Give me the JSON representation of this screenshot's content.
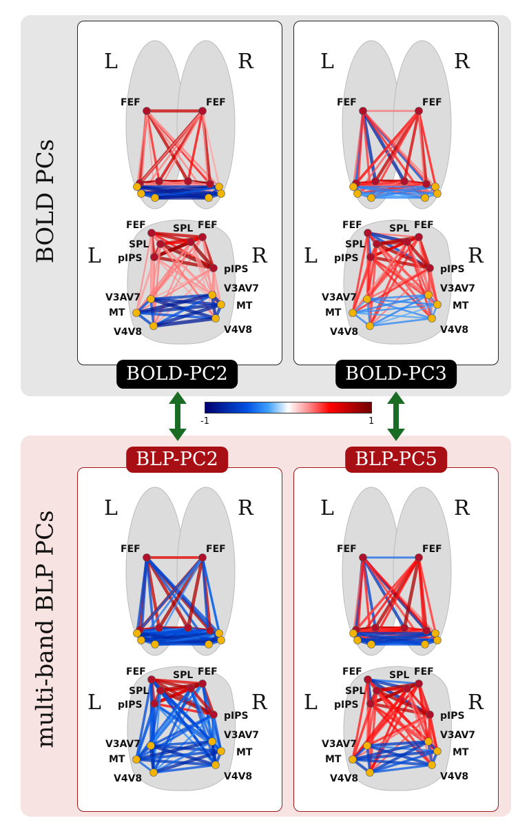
{
  "sections": {
    "bold_label": "BOLD PCs",
    "blp_label": "multi-band BLP PCs"
  },
  "colorbar": {
    "min_label": "-1",
    "max_label": "1",
    "colors": [
      "#000070",
      "#0050e0",
      "#ffffff",
      "#ff0000",
      "#700000"
    ]
  },
  "view_labels": {
    "left": "L",
    "right": "R"
  },
  "node_labels": {
    "top": [
      "FEF",
      "FEF"
    ],
    "back": [
      "FEF",
      "SPL",
      "FEF",
      "SPL",
      "pIPS",
      "pIPS",
      "V3AV7",
      "MT",
      "V4V8",
      "V3AV7",
      "MT",
      "V4V8"
    ]
  },
  "panels": [
    {
      "title": "BOLD-PC2",
      "kind": "bold",
      "weights": {
        "fef": 0.8,
        "fefL": 0.7,
        "dorsal": 0.85,
        "dorsal_visual": 0.3,
        "visual": -0.85
      }
    },
    {
      "title": "BOLD-PC3",
      "kind": "bold",
      "weights": {
        "fef": 0.4,
        "fefL": -0.8,
        "dorsal": 0.75,
        "dorsal_visual": 0.45,
        "visual": -0.35
      }
    },
    {
      "title": "BLP-PC2",
      "kind": "blp",
      "weights": {
        "fef": 0.8,
        "fefL": 0.8,
        "dorsal": 0.8,
        "dorsal_visual": -0.55,
        "visual": -0.75
      }
    },
    {
      "title": "BLP-PC5",
      "kind": "blp",
      "weights": {
        "fef": -0.6,
        "fefL": -0.8,
        "dorsal": 0.8,
        "dorsal_visual": 0.5,
        "visual": -0.65
      }
    }
  ]
}
